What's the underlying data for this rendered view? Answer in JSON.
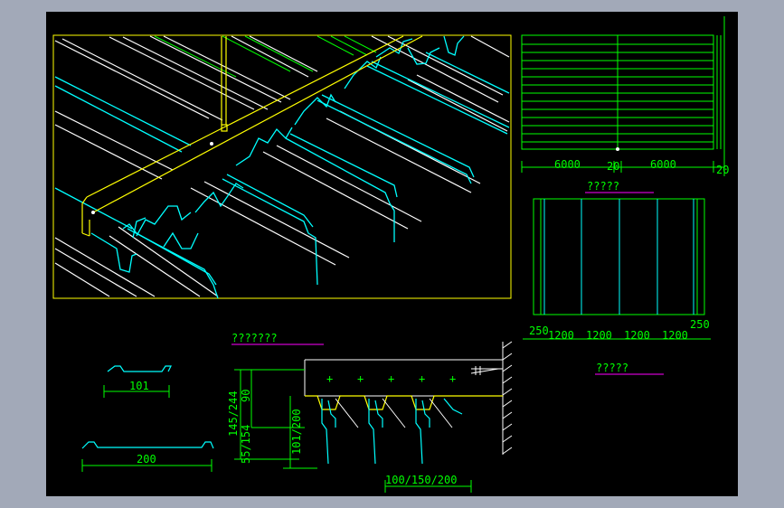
{
  "colors": {
    "background_frame": "#a2a9b8",
    "drawing_area": "#000000",
    "yellow": "#ffff00",
    "cyan": "#00ffff",
    "green": "#00ff00",
    "white": "#ffffff",
    "magenta": "#ff00ff"
  },
  "plan": {
    "dim_left": "6000",
    "dim_mid": "20",
    "dim_right": "6000",
    "dim_end": "20",
    "title": "?????"
  },
  "panel_elevation": {
    "dim_left_edge": "250",
    "dim_right_edge": "250",
    "dims": [
      "1200",
      "1200",
      "1200",
      "1200"
    ],
    "title": "?????"
  },
  "section": {
    "title": "???????",
    "dim_height_total": "145/244",
    "dim_depth": "90",
    "dim_lower": "55/154",
    "dim_rib": "101/200",
    "dim_spacing": "100/150/200"
  },
  "profiles": {
    "small_width": "101",
    "large_width": "200"
  }
}
